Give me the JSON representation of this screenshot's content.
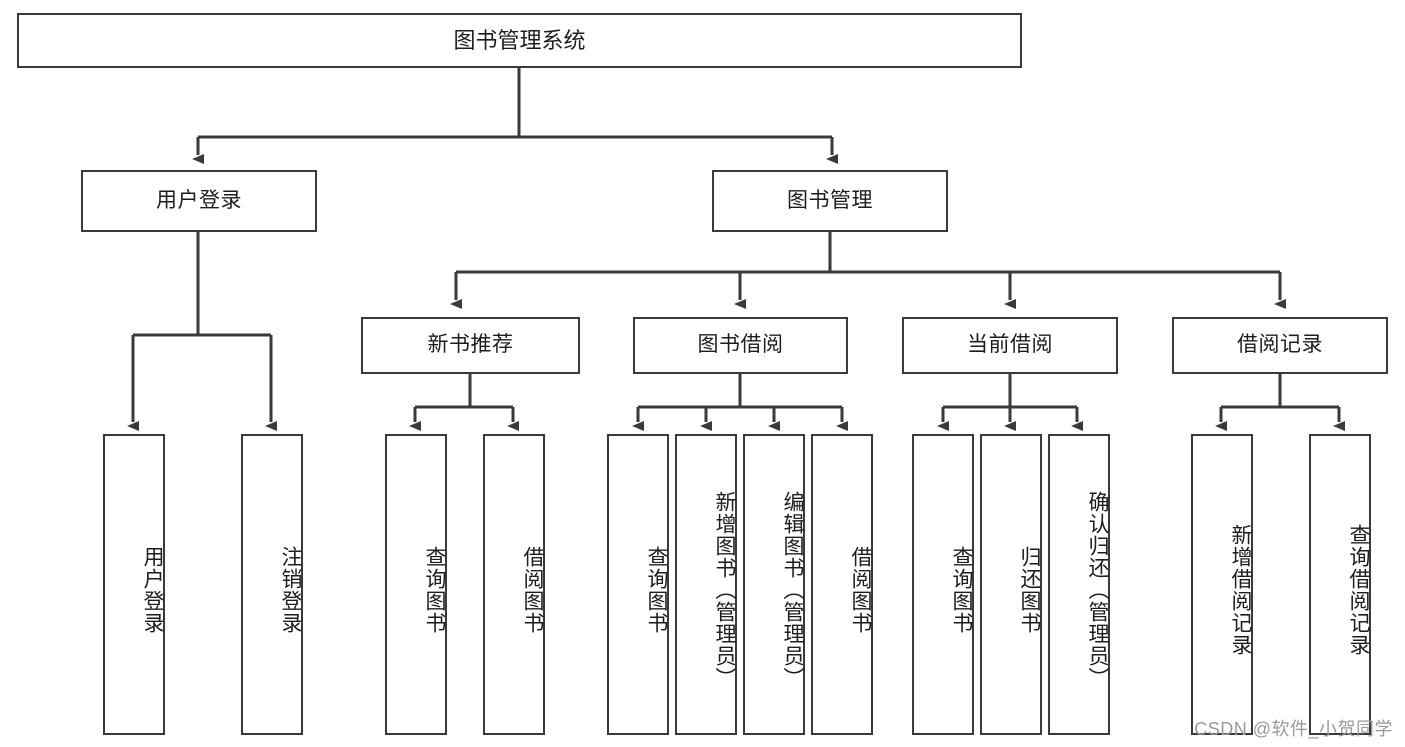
{
  "diagram": {
    "title": "图书管理系统",
    "type": "功能结构图",
    "colors": {
      "box_border": "#3a3a3a",
      "box_fill": "#ffffff",
      "edge": "#3a3a3a",
      "text": "#1d1d1d",
      "watermark": "#9a9a9a"
    },
    "levels": {
      "root": {
        "label": "图书管理系统"
      },
      "level2": [
        {
          "id": "user-login",
          "label": "用户登录"
        },
        {
          "id": "book-management",
          "label": "图书管理"
        }
      ],
      "level3": [
        {
          "id": "new-book-recommend",
          "label": "新书推荐"
        },
        {
          "id": "book-borrow",
          "label": "图书借阅"
        },
        {
          "id": "current-borrow",
          "label": "当前借阅"
        },
        {
          "id": "borrow-record",
          "label": "借阅记录"
        }
      ],
      "leaves": {
        "user_login": [
          {
            "id": "leaf-user-login",
            "label": "用户登录"
          },
          {
            "id": "leaf-logout-login",
            "label": "注销登录"
          }
        ],
        "new_book_recommend": [
          {
            "id": "leaf-query-book-1",
            "label": "查询图书"
          },
          {
            "id": "leaf-borrow-book-1",
            "label": "借阅图书"
          }
        ],
        "book_borrow": [
          {
            "id": "leaf-query-book-2",
            "label": "查询图书"
          },
          {
            "id": "leaf-add-book",
            "label": "新增图书（管理员）"
          },
          {
            "id": "leaf-edit-book",
            "label": "编辑图书（管理员）"
          },
          {
            "id": "leaf-borrow-book-2",
            "label": "借阅图书"
          }
        ],
        "current_borrow": [
          {
            "id": "leaf-query-book-3",
            "label": "查询图书"
          },
          {
            "id": "leaf-return-book",
            "label": "归还图书"
          },
          {
            "id": "leaf-confirm-return",
            "label": "确认归还（管理员）"
          }
        ],
        "borrow_record": [
          {
            "id": "leaf-add-record",
            "label": "新增借阅记录"
          },
          {
            "id": "leaf-query-record",
            "label": "查询借阅记录"
          }
        ]
      }
    },
    "watermark": "CSDN @软件_小贺同学"
  }
}
